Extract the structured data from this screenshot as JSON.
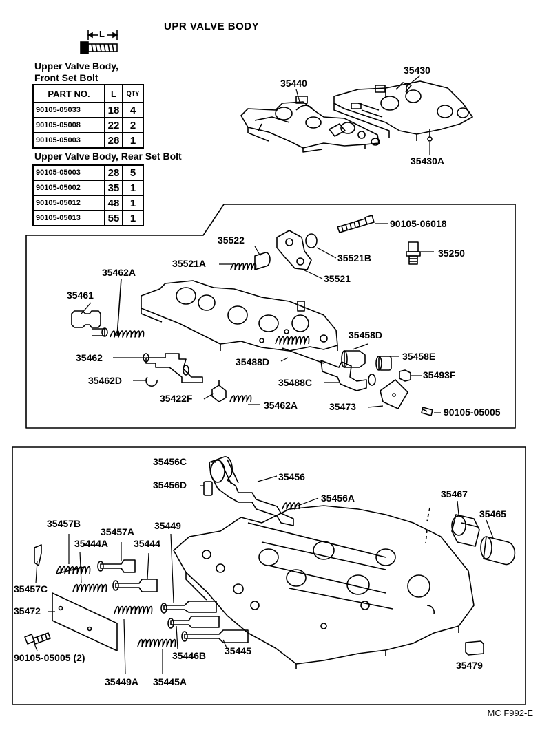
{
  "title": "UPR VALVE BODY",
  "bolt_dim_label": "L",
  "front_header": [
    "Upper Valve Body,",
    "Front Set Bolt"
  ],
  "table_headers": {
    "part_no": "PART NO.",
    "l": "L",
    "qty": "QTY"
  },
  "front_bolts": [
    {
      "part_no": "90105-05033",
      "l": "18",
      "qty": "4"
    },
    {
      "part_no": "90105-05008",
      "l": "22",
      "qty": "2"
    },
    {
      "part_no": "90105-05003",
      "l": "28",
      "qty": "1"
    }
  ],
  "rear_header": "Upper Valve Body, Rear Set Bolt",
  "rear_bolts": [
    {
      "part_no": "90105-05003",
      "l": "28",
      "qty": "5"
    },
    {
      "part_no": "90105-05002",
      "l": "35",
      "qty": "1"
    },
    {
      "part_no": "90105-05012",
      "l": "48",
      "qty": "1"
    },
    {
      "part_no": "90105-05013",
      "l": "55",
      "qty": "1"
    }
  ],
  "callouts": {
    "p35440": "35440",
    "p35430": "35430",
    "p35430A": "35430A",
    "p90105_06018": "90105-06018",
    "p35522": "35522",
    "p35521A": "35521A",
    "p35521B": "35521B",
    "p35250": "35250",
    "p35521": "35521",
    "p35462A_top": "35462A",
    "p35461": "35461",
    "p35458D": "35458D",
    "p35462": "35462",
    "p35488D": "35488D",
    "p35458E": "35458E",
    "p35462D": "35462D",
    "p35488C": "35488C",
    "p35493F": "35493F",
    "p35422F": "35422F",
    "p35462A_bot": "35462A",
    "p35473": "35473",
    "p90105_05005_top": "90105-05005",
    "p35456C": "35456C",
    "p35456": "35456",
    "p35456D": "35456D",
    "p35456A": "35456A",
    "p35467": "35467",
    "p35465": "35465",
    "p35457B": "35457B",
    "p35457A": "35457A",
    "p35449": "35449",
    "p35444A": "35444A",
    "p35444": "35444",
    "p35457C": "35457C",
    "p35472": "35472",
    "p90105_05005_bot": "90105-05005 (2)",
    "p35446B": "35446B",
    "p35445": "35445",
    "p35479": "35479",
    "p35449A": "35449A",
    "p35445A": "35445A"
  },
  "drawing_code": "MC  F992-E"
}
